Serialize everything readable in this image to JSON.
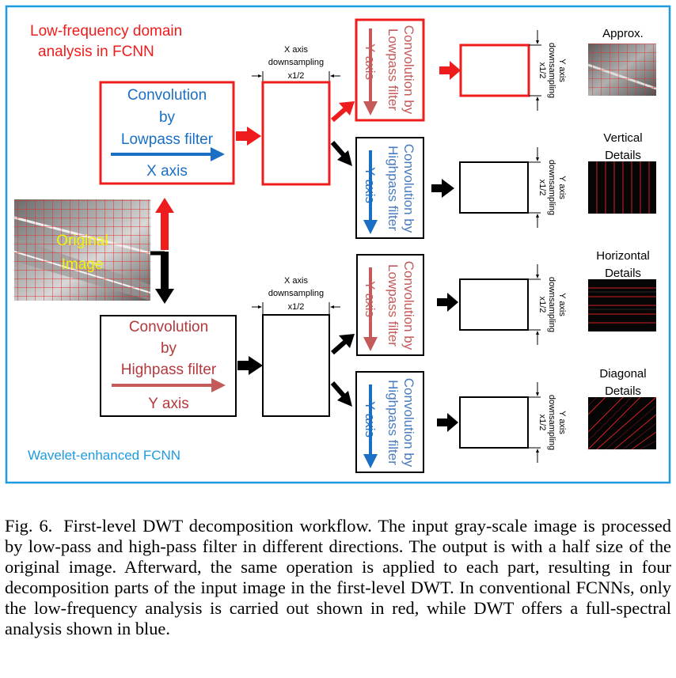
{
  "colors": {
    "frame": "#1e9be0",
    "red": "#ee1c1c",
    "dark_red": "#b4393c",
    "rose": "#c45a5a",
    "blue": "#1a6fc4",
    "steel_blue": "#4a7bbf",
    "black": "#000000"
  },
  "diagram": {
    "red_title_line1": "Low-frequency domain",
    "red_title_line2": "analysis in FCNN",
    "blue_title": "Wavelet-enhanced FCNN",
    "input": {
      "line1": "Original",
      "line2": "Image"
    },
    "x_filter_low": {
      "line1": "Convolution",
      "line2": "by",
      "line3": "Lowpass filter",
      "axis": "X axis"
    },
    "x_filter_high": {
      "line1": "Convolution",
      "line2": "by",
      "line3": "Highpass filter",
      "axis": "Y axis"
    },
    "x_downsample": {
      "line1": "X axis",
      "line2": "downsampling",
      "line3": "x1/2"
    },
    "y_conv_lowpass": {
      "line1": "Convolution by",
      "line2": "Lowpass filter",
      "axis": "Y axis"
    },
    "y_conv_highpass": {
      "line1": "Convolution by",
      "line2": "Highpass filter",
      "axis": "Y axis"
    },
    "y_downsample": {
      "line1": "Y axis",
      "line2": "downsampling",
      "line3": "x1/2"
    },
    "outputs": [
      {
        "line1": "Approx.",
        "line2": ""
      },
      {
        "line1": "Vertical",
        "line2": "Details"
      },
      {
        "line1": "Horizontal",
        "line2": "Details"
      },
      {
        "line1": "Diagonal",
        "line2": "Details"
      }
    ]
  },
  "caption": {
    "label": "Fig. 6.",
    "text": "First-level DWT decomposition workflow. The input gray-scale image is processed by low-pass and high-pass filter in different directions. The output is with a half size of the original image. Afterward, the same operation is applied to each part, resulting in four decomposition parts of the input image in the first-level DWT. In conventional FCNNs, only the low-frequency analysis is carried out shown in red, while DWT offers a full-spectral analysis shown in blue."
  }
}
